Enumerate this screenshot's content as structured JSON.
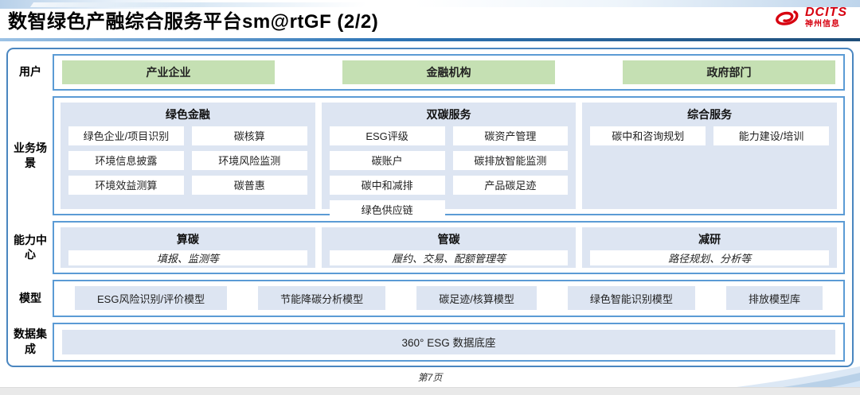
{
  "header": {
    "title": "数智绿色产融综合服务平台sm@rtGF (2/2)",
    "logo": {
      "brand": "DCITS",
      "subtitle": "神州信息"
    }
  },
  "rows": {
    "users": {
      "label": "用户",
      "items": [
        "产业企业",
        "金融机构",
        "政府部门"
      ]
    },
    "scenarios": {
      "label": "业务场景",
      "columns": [
        {
          "title": "绿色金融",
          "items": [
            "绿色企业/项目识别",
            "碳核算",
            "环境信息披露",
            "环境风险监测",
            "环境效益测算",
            "碳普惠"
          ]
        },
        {
          "title": "双碳服务",
          "items": [
            "ESG评级",
            "碳资产管理",
            "碳账户",
            "碳排放智能监测",
            "碳中和减排",
            "产品碳足迹",
            "绿色供应链"
          ]
        },
        {
          "title": "综合服务",
          "items": [
            "碳中和咨询规划",
            "能力建设/培训"
          ]
        }
      ]
    },
    "capabilities": {
      "label": "能力中心",
      "columns": [
        {
          "title": "算碳",
          "desc": "填报、监测等"
        },
        {
          "title": "管碳",
          "desc": "履约、交易、配额管理等"
        },
        {
          "title": "减研",
          "desc": "路径规划、分析等"
        }
      ]
    },
    "models": {
      "label": "模型",
      "items": [
        "ESG风险识别/评价模型",
        "节能降碳分析模型",
        "碳足迹/核算模型",
        "绿色智能识别模型",
        "排放模型库"
      ]
    },
    "data_integration": {
      "label": "数据集成",
      "items": [
        "360° ESG 数据底座"
      ]
    }
  },
  "footer": {
    "page": "第7页"
  },
  "colors": {
    "accent_blue": "#2e75b6",
    "border_blue": "#5b9bd5",
    "frame_blue": "#4a86c0",
    "fill_blue": "#dde5f2",
    "fill_green": "#c5e0b3",
    "logo_red": "#d7000f"
  }
}
